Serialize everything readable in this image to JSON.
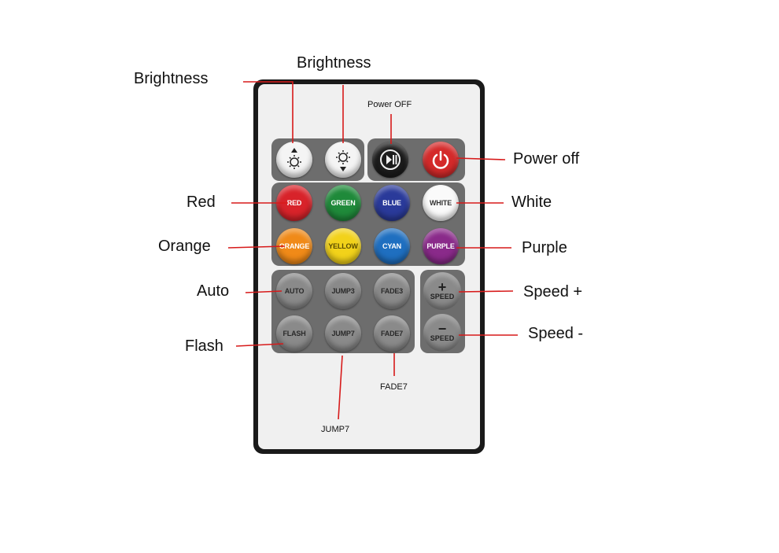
{
  "labels": {
    "brightness_left": "Brightness",
    "brightness_top": "Brightness",
    "power_off_small": "Power OFF",
    "power_off": "Power off",
    "red": "Red",
    "white": "White",
    "orange": "Orange",
    "purple": "Purple",
    "auto": "Auto",
    "speed_plus": "Speed +",
    "flash": "Flash",
    "speed_minus": "Speed -",
    "fade7": "FADE7",
    "jump7": "JUMP7"
  },
  "buttons": {
    "red": "RED",
    "green": "GREEN",
    "blue": "BLUE",
    "white": "WHITE",
    "orange": "ORANGE",
    "yellow": "YELLOW",
    "cyan": "CYAN",
    "purple": "PURPLE",
    "auto": "AUTO",
    "jump3": "JUMP3",
    "fade3": "FADE3",
    "flash": "FLASH",
    "jump7": "JUMP7",
    "fade7": "FADE7",
    "speed_plus_symbol": "+",
    "speed_minus_symbol": "−",
    "speed_label": "SPEED"
  },
  "colors": {
    "red": "#d8232a",
    "green": "#1f8a3a",
    "blue": "#2a3a9a",
    "white": "#fafafa",
    "orange": "#f08a18",
    "yellow": "#f2d21a",
    "cyan": "#1f6fc0",
    "purple": "#8a2a8a",
    "power": "#d42a2a",
    "play": "#1a1a1a",
    "callout_line": "#d71a1a"
  },
  "icons": {
    "brightness_up": "sun-up-arrow-icon",
    "brightness_down": "sun-down-arrow-icon",
    "play_pause": "play-pause-icon",
    "power": "power-icon"
  }
}
